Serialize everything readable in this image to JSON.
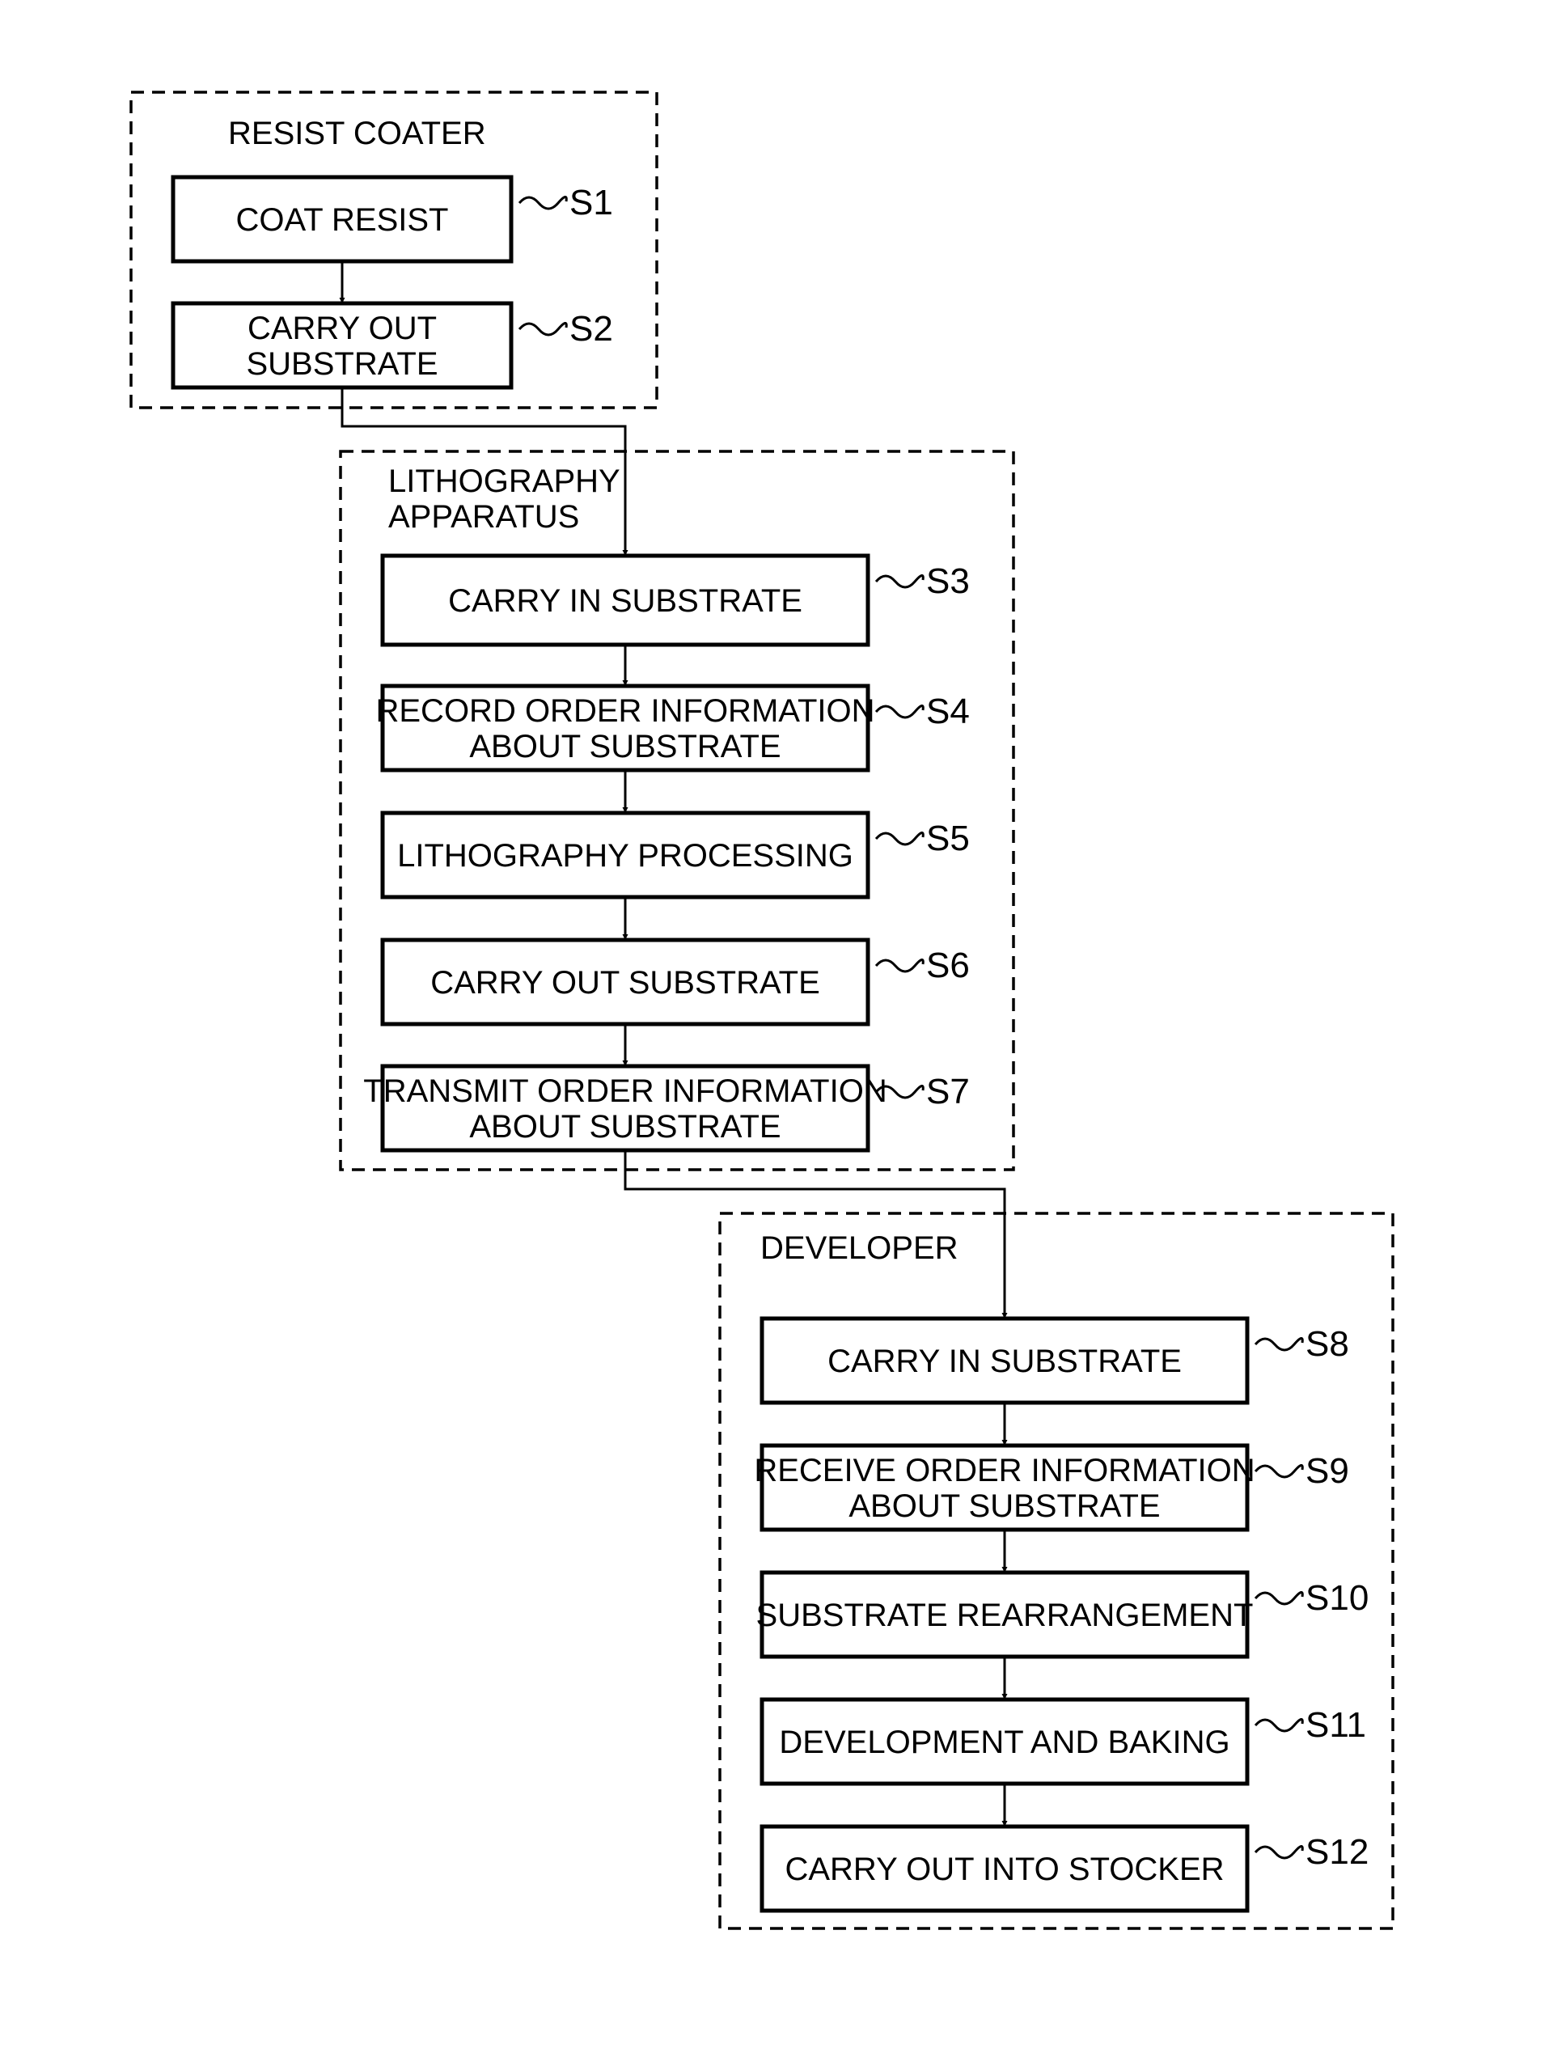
{
  "groups": [
    {
      "id": "resist-coater",
      "title_lines": [
        "RESIST COATER"
      ]
    },
    {
      "id": "lithography-apparatus",
      "title_lines": [
        "LITHOGRAPHY",
        "APPARATUS"
      ]
    },
    {
      "id": "developer",
      "title_lines": [
        "DEVELOPER"
      ]
    }
  ],
  "steps": [
    {
      "id": "S1",
      "label": "S1",
      "lines": [
        "COAT RESIST"
      ]
    },
    {
      "id": "S2",
      "label": "S2",
      "lines": [
        "CARRY OUT",
        "SUBSTRATE"
      ]
    },
    {
      "id": "S3",
      "label": "S3",
      "lines": [
        "CARRY IN SUBSTRATE"
      ]
    },
    {
      "id": "S4",
      "label": "S4",
      "lines": [
        "RECORD ORDER INFORMATION",
        "ABOUT SUBSTRATE"
      ]
    },
    {
      "id": "S5",
      "label": "S5",
      "lines": [
        "LITHOGRAPHY PROCESSING"
      ]
    },
    {
      "id": "S6",
      "label": "S6",
      "lines": [
        "CARRY OUT SUBSTRATE"
      ]
    },
    {
      "id": "S7",
      "label": "S7",
      "lines": [
        "TRANSMIT ORDER INFORMATION",
        "ABOUT SUBSTRATE"
      ]
    },
    {
      "id": "S8",
      "label": "S8",
      "lines": [
        "CARRY IN SUBSTRATE"
      ]
    },
    {
      "id": "S9",
      "label": "S9",
      "lines": [
        "RECEIVE ORDER INFORMATION",
        "ABOUT SUBSTRATE"
      ]
    },
    {
      "id": "S10",
      "label": "S10",
      "lines": [
        "SUBSTRATE REARRANGEMENT"
      ]
    },
    {
      "id": "S11",
      "label": "S11",
      "lines": [
        "DEVELOPMENT AND BAKING"
      ]
    },
    {
      "id": "S12",
      "label": "S12",
      "lines": [
        "CARRY OUT INTO STOCKER"
      ]
    }
  ],
  "flow": [
    [
      "S1",
      "S2"
    ],
    [
      "S2",
      "S3"
    ],
    [
      "S3",
      "S4"
    ],
    [
      "S4",
      "S5"
    ],
    [
      "S5",
      "S6"
    ],
    [
      "S6",
      "S7"
    ],
    [
      "S7",
      "S8"
    ],
    [
      "S8",
      "S9"
    ],
    [
      "S9",
      "S10"
    ],
    [
      "S10",
      "S11"
    ],
    [
      "S11",
      "S12"
    ]
  ]
}
